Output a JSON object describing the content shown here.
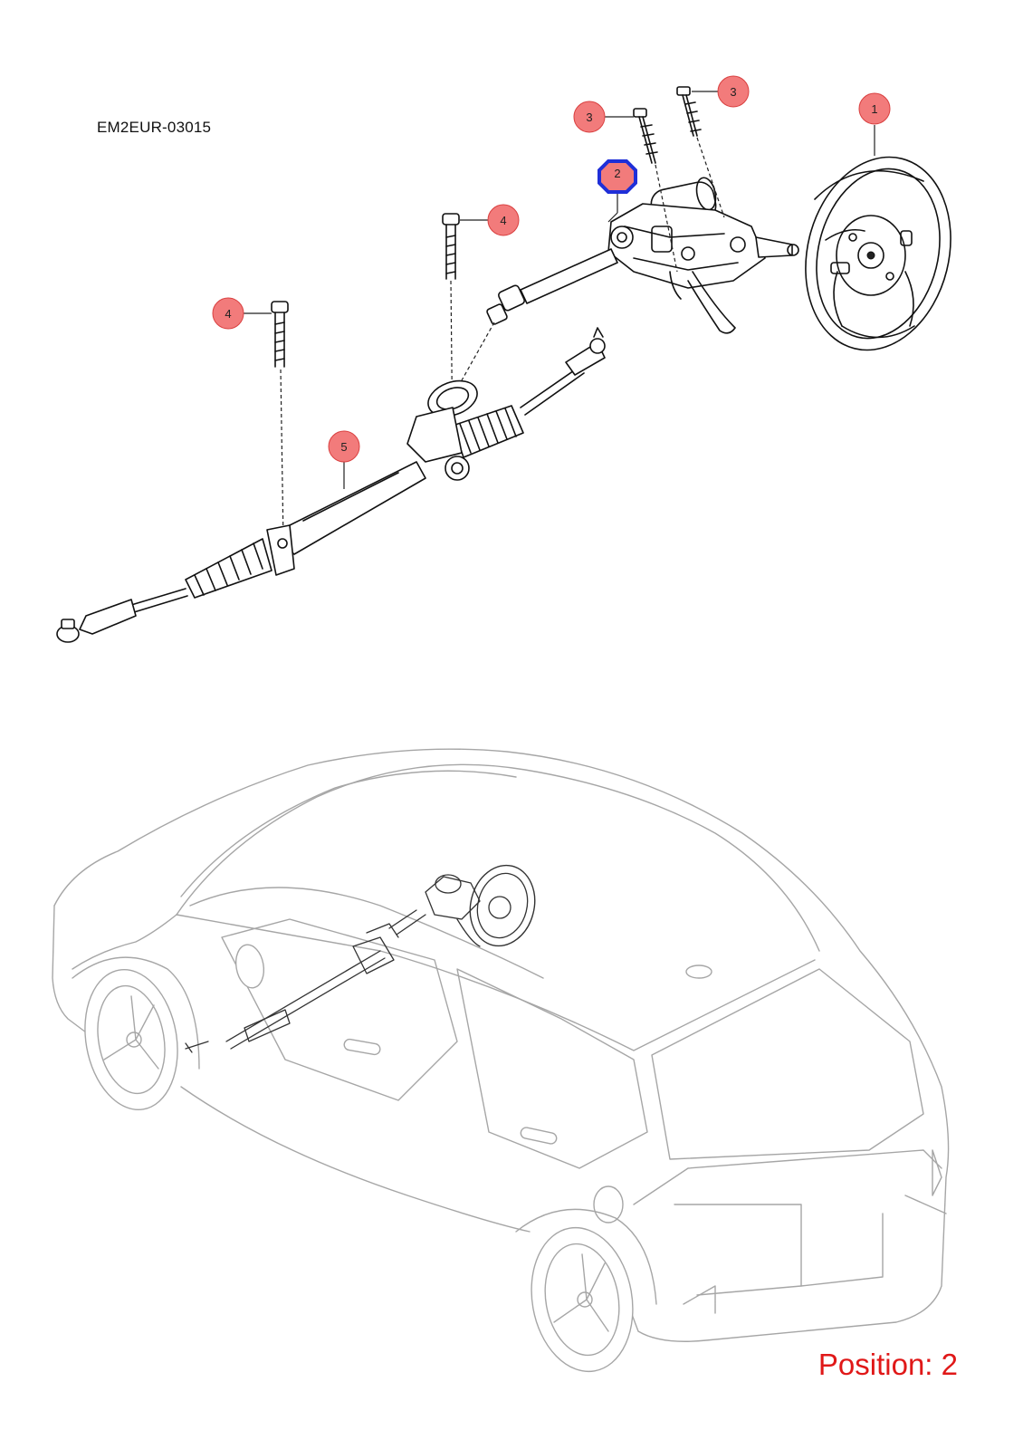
{
  "reference_code": "EM2EUR-03015",
  "position_label": "Position: 2",
  "selected_callout": "2",
  "colors": {
    "callout_fill": "#f27b7b",
    "callout_stroke": "#d94040",
    "highlight": "#1f2fd8",
    "position_text": "#e01818",
    "car_outline": "#a6a6a6"
  },
  "callouts": [
    {
      "id": "callout-1",
      "label": "1",
      "part": "steering-wheel"
    },
    {
      "id": "callout-2",
      "label": "2",
      "part": "steering-column"
    },
    {
      "id": "callout-3a",
      "label": "3",
      "part": "column-bolt"
    },
    {
      "id": "callout-3b",
      "label": "3",
      "part": "column-bolt"
    },
    {
      "id": "callout-4a",
      "label": "4",
      "part": "rack-bolt"
    },
    {
      "id": "callout-4b",
      "label": "4",
      "part": "rack-bolt"
    },
    {
      "id": "callout-5",
      "label": "5",
      "part": "steering-rack"
    }
  ]
}
